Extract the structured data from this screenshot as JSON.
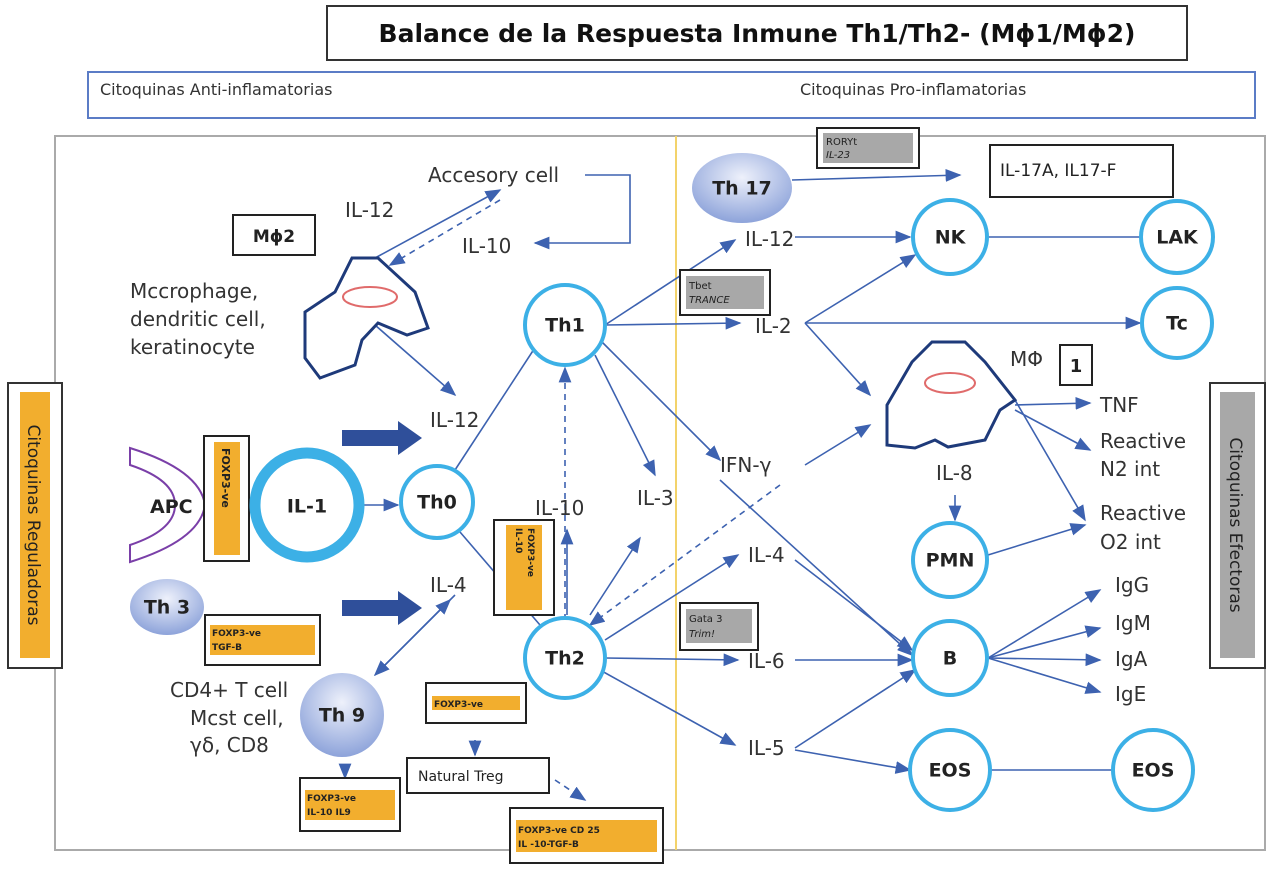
{
  "title": "Balance de la Respuesta Inmune Th1/Th2- (Mϕ1/Mϕ2)",
  "banner": {
    "left": "Citoquinas Anti-inflamatorias",
    "right": "Citoquinas Pro-inflamatorias"
  },
  "side_left": "Citoquinas Reguladoras",
  "side_right": "Citoquinas Efectoras",
  "colors": {
    "node_stroke": "#3cb0e6",
    "arrow": "#3d62b0",
    "orange": "#f2ae2e",
    "gray": "#a8a8a8",
    "divider": "#f3d36b",
    "apc": "#7a3fa8"
  },
  "left": {
    "accesory_cell": "Accesory cell",
    "il12_top": "IL-12",
    "il10_top": "IL-10",
    "mphi2": "Mϕ2",
    "macrophage_lines": [
      "Mccrophage,",
      "dendritic cell,",
      "keratinocyte"
    ],
    "il12_mid": "IL-12",
    "apc": "APC",
    "foxp3_vertical": "FOXP3-ve",
    "il1": "IL-1",
    "th0": "Th0",
    "il4": "IL-4",
    "th3": "Th 3",
    "th3_box": [
      "FOXP3-ve",
      "TGF-B"
    ],
    "cd4_lines": [
      "CD4+ T cell",
      "Mcst cell,",
      "γδ, CD8"
    ],
    "th9": "Th 9",
    "th9_box": [
      "FOXP3-ve",
      "IL-10 IL9"
    ],
    "foxp3_box": "FOXP3-ve",
    "natural_treg": "Natural Treg",
    "treg_box": [
      "FOXP3-ve CD 25",
      "IL -10-TGF-B"
    ],
    "th1": "Th1",
    "th2": "Th2",
    "il10_mid": "IL-10",
    "th2_box": [
      "FOXP3-ve",
      "IL-10"
    ],
    "il3": "IL-3"
  },
  "right": {
    "th17": "Th 17",
    "roryt_box": [
      "RORYt",
      "IL-23"
    ],
    "il17": "IL-17A, IL17-F",
    "il12": "IL-12",
    "nk": "NK",
    "lak": "LAK",
    "tbet_box": [
      "Tbet",
      "TRANCE"
    ],
    "il2": "IL-2",
    "tc": "Tc",
    "mphi1": "MΦ",
    "mphi1_num": "1",
    "tnf": "TNF",
    "reactive_n2": [
      "Reactive",
      "N2 int"
    ],
    "reactive_o2": [
      "Reactive",
      "O2 int"
    ],
    "ifn": "IFN-γ",
    "il8": "IL-8",
    "pmn": "PMN",
    "il4": "IL-4",
    "gata_box": [
      "Gata 3",
      "Trim!"
    ],
    "il6": "IL-6",
    "b": "B",
    "igs": [
      "IgG",
      "IgM",
      "IgA",
      "IgE"
    ],
    "il5": "IL-5",
    "eos1": "EOS",
    "eos2": "EOS"
  }
}
